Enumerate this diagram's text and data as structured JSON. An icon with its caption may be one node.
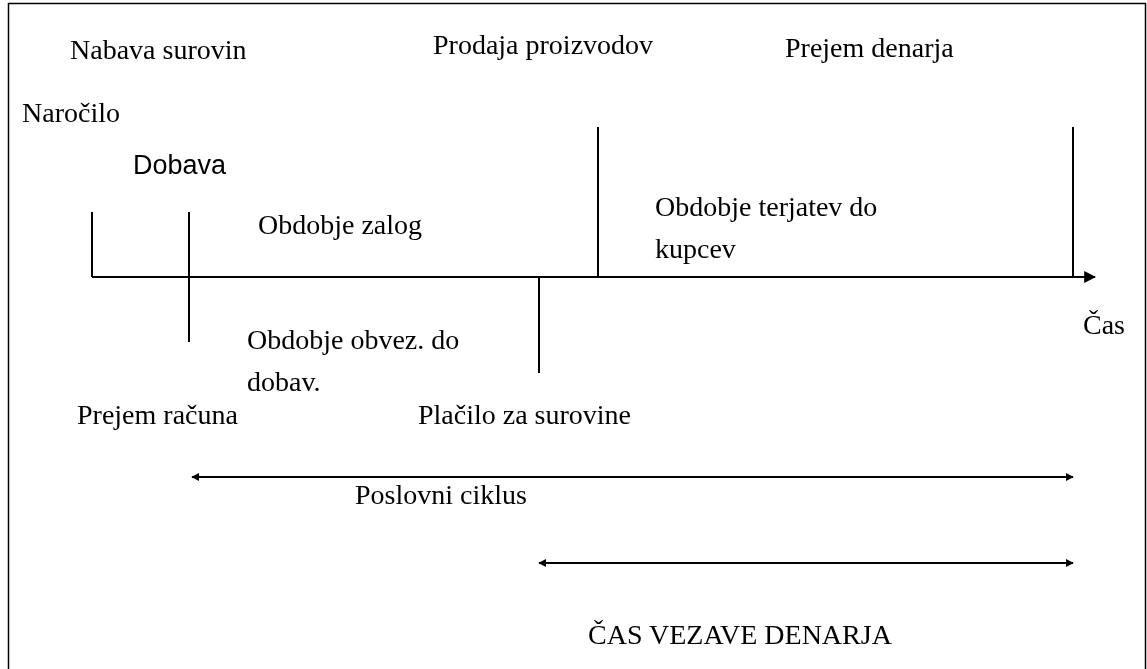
{
  "diagram": {
    "labels": [
      "Nabava surovin",
      "Prodaja proizvodov",
      "Prejem denarja",
      "Naročilo",
      "Dobava",
      "Obdobje zalog",
      "Obdobje terjatev do kupcev",
      "Obdobje obvez. do dobav.",
      "Čas",
      "Prejem računa",
      "Plačilo za surovine",
      "Poslovni ciklus",
      "ČAS VEZAVE DENARJA"
    ]
  }
}
